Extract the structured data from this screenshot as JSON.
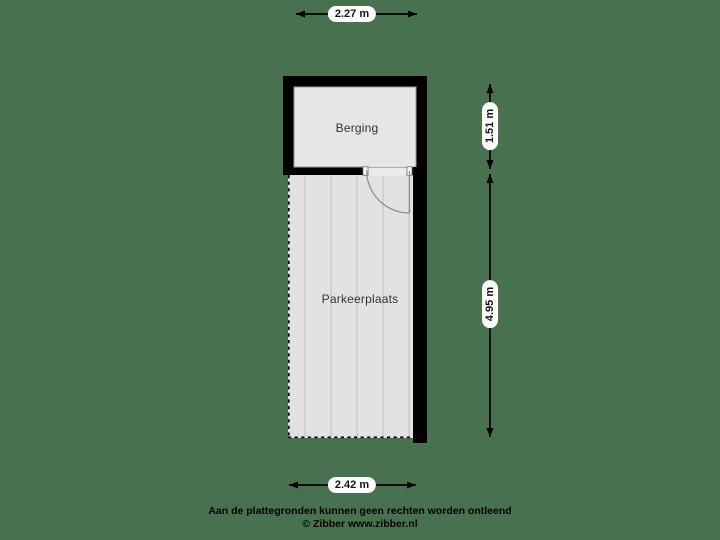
{
  "colors": {
    "background": "#48714F",
    "wall": "#000000",
    "floor_berging": "#E6E6E6",
    "floor_parkeerplaats": "#E2E2E2",
    "stripe": "#C9C9C9",
    "dimension_pill": "#FFFFFF",
    "dimension_arrow": "#000000"
  },
  "rooms": {
    "berging": {
      "label": "Berging"
    },
    "parkeerplaats": {
      "label": "Parkeerplaats"
    }
  },
  "dimensions": {
    "top_width": {
      "label": "2.27 m"
    },
    "bottom_width": {
      "label": "2.42 m"
    },
    "right_upper_height": {
      "label": "1.51 m"
    },
    "right_lower_height": {
      "label": "4.95 m"
    }
  },
  "footer": {
    "disclaimer": "Aan de plattegronden kunnen geen rechten worden ontleend",
    "copyright": "© Zibber www.zibber.nl"
  }
}
